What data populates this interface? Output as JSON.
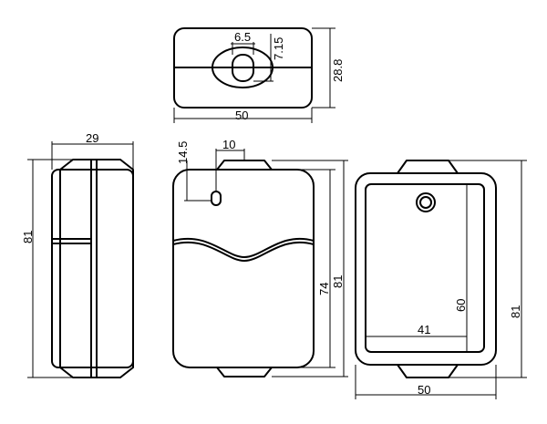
{
  "top_view": {
    "width_label": "50",
    "height_label": "28.8",
    "hole_label": "6.5",
    "hole_depth_label": "7.15"
  },
  "side_view": {
    "width_label": "29",
    "height_label": "81"
  },
  "front_view": {
    "offset_top_label": "14.5",
    "offset_x_label": "10",
    "inner_height_label": "74",
    "height_label": "81"
  },
  "back_view": {
    "inner_width_label": "41",
    "inner_height_label": "60",
    "height_label": "81",
    "width_label": "50"
  }
}
